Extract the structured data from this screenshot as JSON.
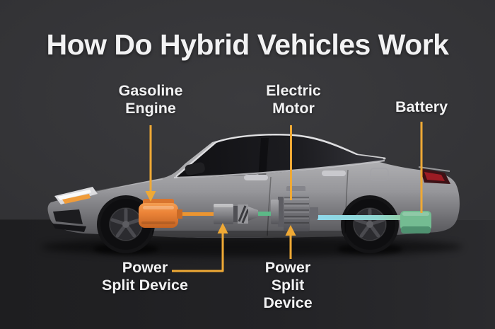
{
  "title": "How Do Hybrid Vehicles Work",
  "labels": {
    "gasoline_engine": {
      "line1": "Gasoline",
      "line2": "Engine"
    },
    "electric_motor": {
      "line1": "Electric",
      "line2": "Motor"
    },
    "battery": {
      "line1": "Battery"
    },
    "power_split_front": {
      "line1": "Power",
      "line2": "Split Device"
    },
    "power_split_rear": {
      "line1": "Power",
      "line2": "Split",
      "line3": "Device"
    }
  },
  "components": [
    {
      "id": "gasoline-engine",
      "color": "#E8813B"
    },
    {
      "id": "power-split-device-front",
      "color": "#8E8E92"
    },
    {
      "id": "electric-motor",
      "color": "#8E8E92"
    },
    {
      "id": "power-split-device-rear",
      "color": "#8E8E92"
    },
    {
      "id": "battery",
      "color": "#74BC92"
    }
  ],
  "colors": {
    "callout": "#EFA935",
    "engine_orange": "#E8813B",
    "power_link_orange": "#EC9530",
    "power_link_green": "#5CB987",
    "power_link_cyan": "#8FD9EC",
    "battery_green": "#74BC92",
    "text": "#F2F2F3",
    "background_wall": "#333336",
    "background_floor": "#232326"
  },
  "icons": {
    "gasoline_engine_shape": "engine-block",
    "power_split_front_shape": "gear-coupling",
    "electric_motor_shape": "finned-motor-cylinder",
    "battery_shape": "battery-pack",
    "arrows": "amber-callout-arrows"
  }
}
